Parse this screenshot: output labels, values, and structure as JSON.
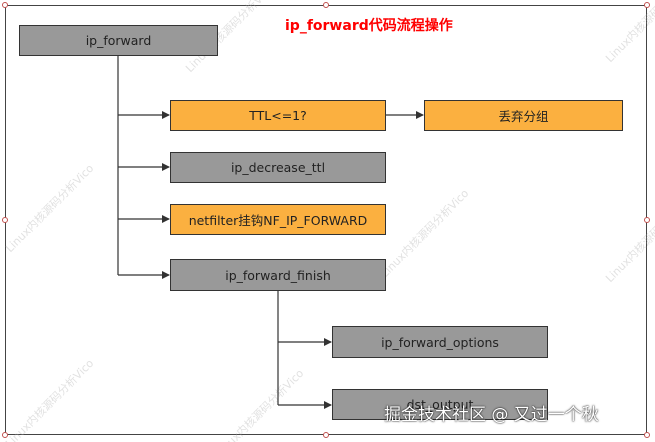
{
  "title": "ip_forward代码流程操作",
  "nodes": {
    "ip_forward": "ip_forward",
    "ttl_check": "TTL<=1?",
    "drop_packet": "丢弃分组",
    "ip_decrease_ttl": "ip_decrease_ttl",
    "netfilter_hook": "netfilter挂钩NF_IP_FORWARD",
    "ip_forward_finish": "ip_forward_finish",
    "ip_forward_options": "ip_forward_options",
    "dst_output": "dst_output"
  },
  "watermark": "Linux内核源码分析Vico",
  "footer": "掘金技术社区 @ 又过一个秋",
  "colors": {
    "gray_box": "#999999",
    "orange_box": "#fbb040",
    "title": "#ff0000",
    "edge": "#333333"
  }
}
